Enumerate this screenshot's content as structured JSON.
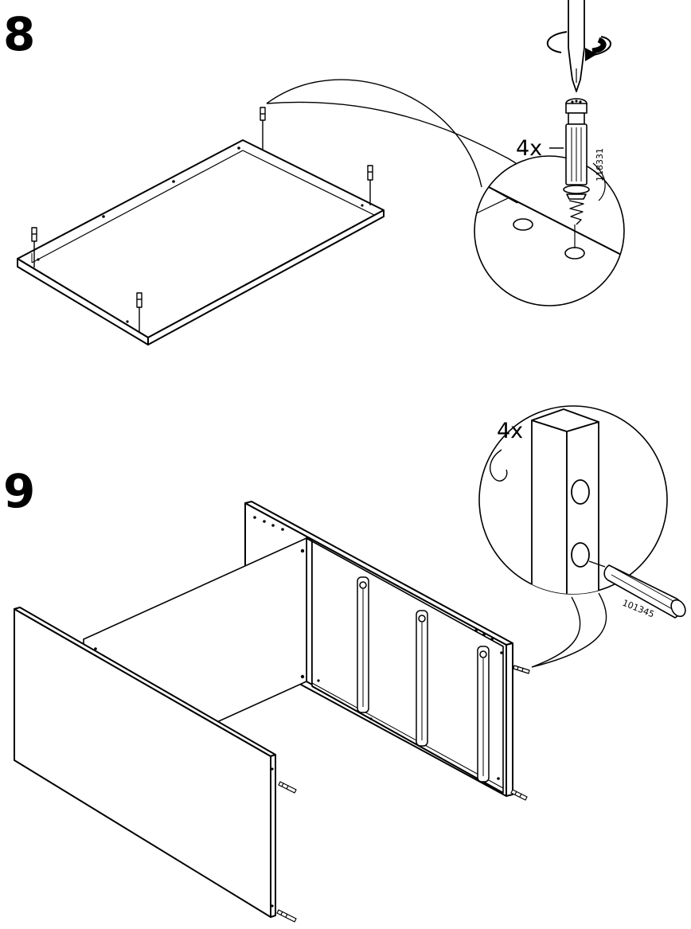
{
  "steps": [
    {
      "number": "8",
      "callout": {
        "quantity": "4x",
        "part_number": "118331"
      },
      "icons": [
        "screwdriver-icon",
        "rotation-arrow-icon",
        "cam-lock-dowel-icon"
      ]
    },
    {
      "number": "9",
      "callout": {
        "quantity": "4x",
        "part_number": "101345"
      },
      "icons": [
        "wood-dowel-icon"
      ]
    }
  ]
}
